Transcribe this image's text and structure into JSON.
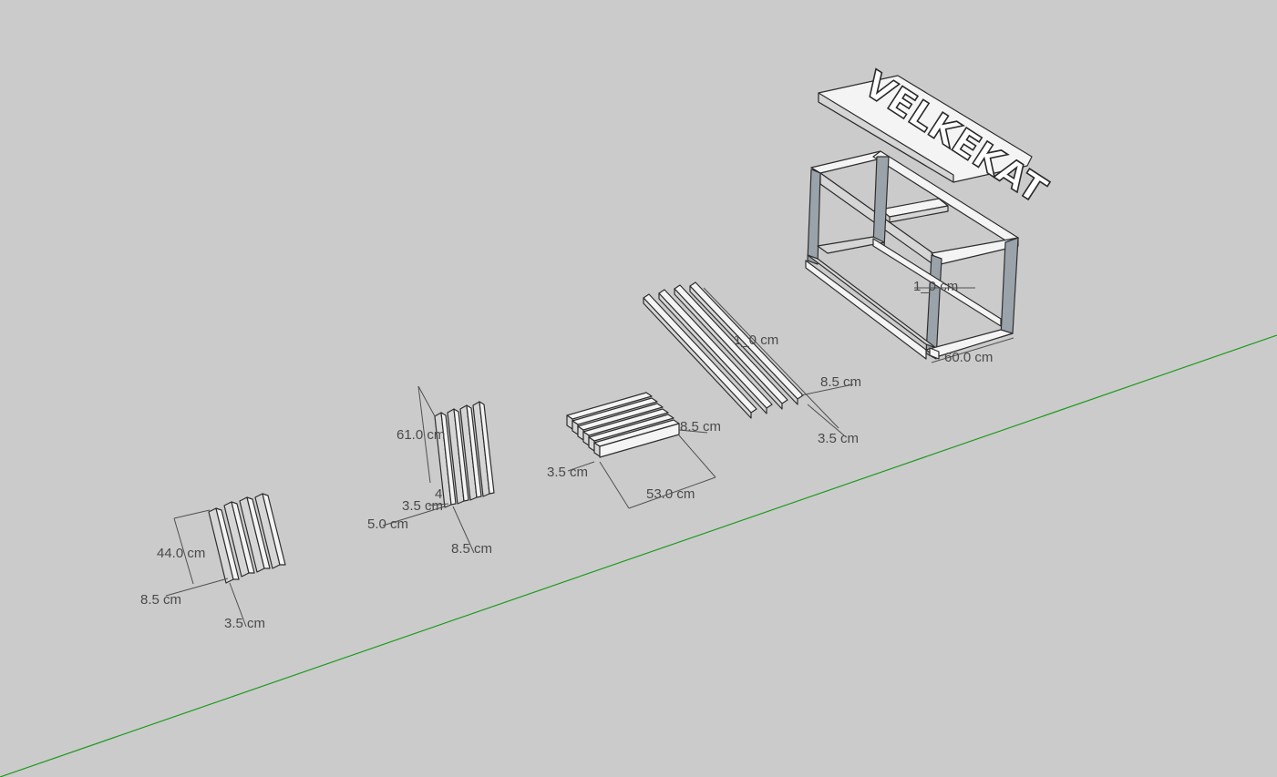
{
  "colors": {
    "background": "#cbcbcb",
    "axis_green": "#1e9a1e",
    "edge": "#2e2e2e",
    "face_light": "#f4f4f4",
    "face_steel": "#9aa3a9"
  },
  "dimensions": {
    "group1": {
      "height": "44.0 cm",
      "width": "8.5 cm",
      "depth": "3.5 cm"
    },
    "group2": {
      "height": "61.0 cm",
      "thick": "3.5 cm",
      "small": "4",
      "width": "5.0 cm",
      "depth": "8.5 cm"
    },
    "group3": {
      "depth": "3.5 cm",
      "length": "53.0 cm",
      "width": "8.5 cm"
    },
    "group4": {
      "length": "1_0 cm",
      "width": "8.5 cm",
      "depth": "3.5 cm"
    },
    "frame": {
      "height": "1_0 cm",
      "depth": "60.0 cm"
    }
  },
  "sign": {
    "text": "VELKEKAT"
  }
}
